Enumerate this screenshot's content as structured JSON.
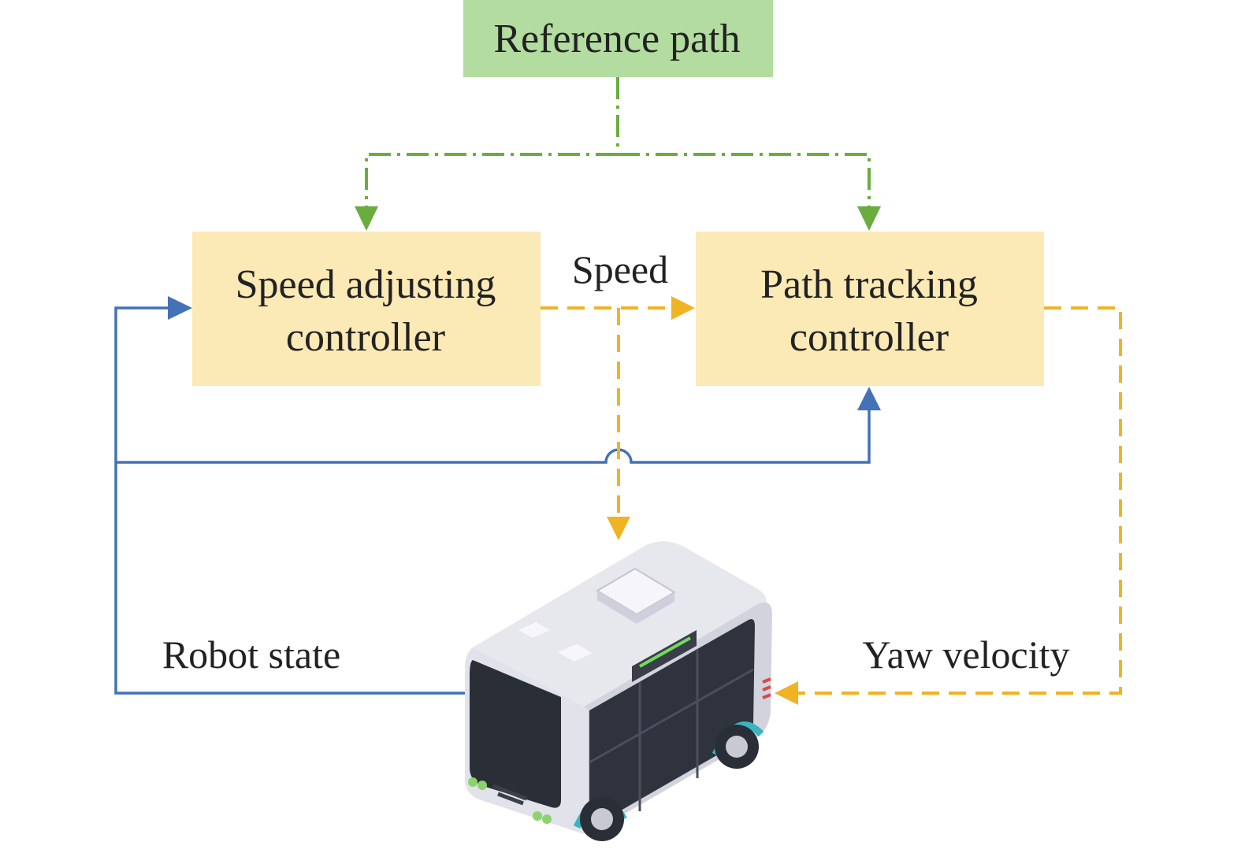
{
  "nodes": {
    "reference_path": {
      "label": "Reference path"
    },
    "speed_controller": {
      "line1": "Speed adjusting",
      "line2": "controller"
    },
    "path_controller": {
      "line1": "Path tracking",
      "line2": "controller"
    },
    "robot": {
      "icon": "autonomous-shuttle-robot-icon"
    }
  },
  "edge_labels": {
    "speed": "Speed",
    "robot_state": "Robot state",
    "yaw_velocity": "Yaw velocity"
  },
  "colors": {
    "reference_box": "#b3dca0",
    "controller_box": "#fbe9b6",
    "reference_edge": "#6aad3e",
    "command_edge": "#f0b323",
    "feedback_edge": "#4472b8"
  }
}
